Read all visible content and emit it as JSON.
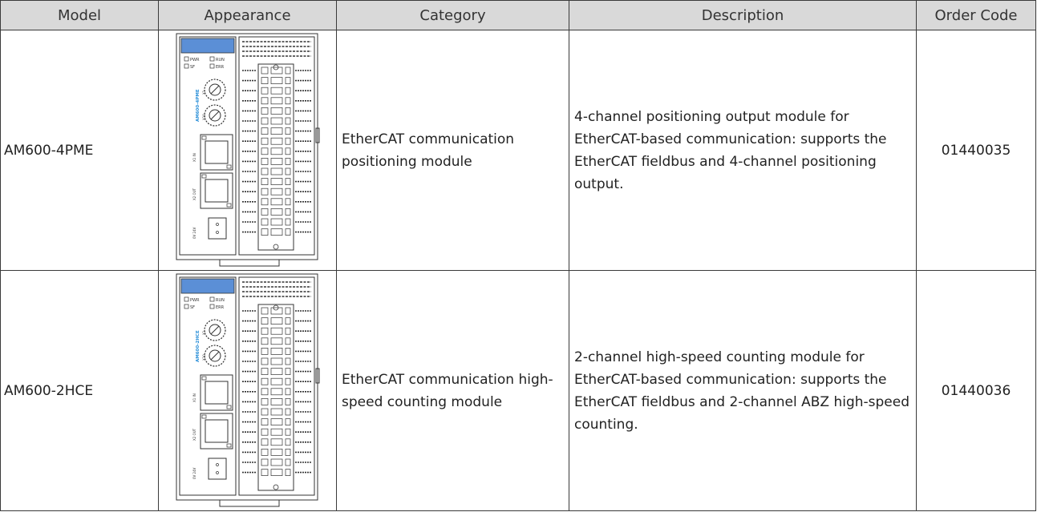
{
  "table": {
    "headers": [
      "Model",
      "Appearance",
      "Category",
      "Description",
      "Order Code"
    ],
    "rows": [
      {
        "model": "AM600-4PME",
        "appearance_icon": "plc-module-image",
        "category": "EtherCAT communication positioning module",
        "description": "4-channel positioning output module for EtherCAT-based communication: supports the EtherCAT fieldbus and 4-channel positioning output.",
        "order_code": "01440035"
      },
      {
        "model": "AM600-2HCE",
        "appearance_icon": "plc-module-image",
        "category": "EtherCAT communication high-speed counting module",
        "description": "2-channel high-speed counting module for EtherCAT-based communication: supports the EtherCAT fieldbus and 2-channel ABZ high-speed counting.",
        "order_code": "01440036"
      }
    ]
  },
  "module_labels": {
    "pwr": "PWR",
    "run": "RUN",
    "sf": "SF",
    "err": "ERR",
    "x1": "X1",
    "x10": "X10",
    "x1_in": "X1 IN",
    "x2_out": "X2 OUT",
    "power": "0V 24V",
    "brand_1": "AM600-4PME",
    "brand_2": "AM600-2HCE"
  },
  "colors": {
    "header_bg": "#d9d9d9",
    "border": "#3a3a3a",
    "module_accent": "#5b8fd6",
    "module_brand": "#2a8fd8"
  }
}
